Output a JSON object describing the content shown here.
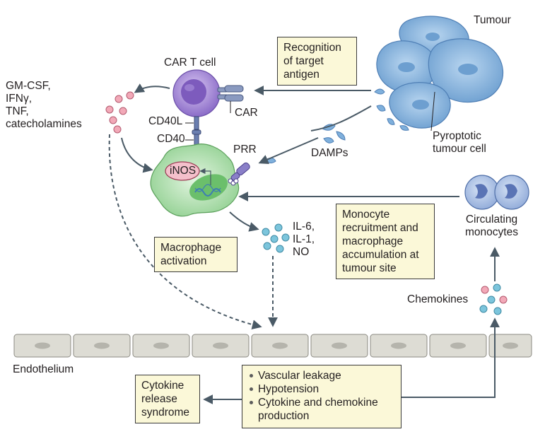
{
  "colors": {
    "arrow": "#4a5a66",
    "box_fill": "#fbf8d8",
    "car_t_cell": "#9b7fd0",
    "macrophage": "#9ad49a",
    "tumour": "#7fb0dc",
    "cytokine_pink": "#f2a9b8",
    "cytokine_blue": "#7cc5dc",
    "endothelium": "#d9d8d0"
  },
  "labels": {
    "tumour": "Tumour",
    "car_t_cell": "CAR T cell",
    "car": "CAR",
    "cd40l": "CD40L",
    "cd40": "CD40",
    "prr": "PRR",
    "inos": "iNOS",
    "damps": "DAMPs",
    "pyroptotic_line1": "Pyroptotic",
    "pyroptotic_line2": "tumour cell",
    "cytokines_left": [
      "GM-CSF,",
      "IFNγ,",
      "TNF,",
      "catecholamines"
    ],
    "cytokines_mac": [
      "IL-6,",
      "IL-1,",
      "NO"
    ],
    "circulating_line1": "Circulating",
    "circulating_line2": "monocytes",
    "chemokines": "Chemokines",
    "endothelium": "Endothelium"
  },
  "boxes": {
    "recognition": [
      "Recognition",
      "of target",
      "antigen"
    ],
    "macrophage_activation": [
      "Macrophage",
      "activation"
    ],
    "monocyte_recruitment": [
      "Monocyte",
      "recruitment and",
      "macrophage",
      "accumulation at",
      "tumour site"
    ],
    "crs": [
      "Cytokine",
      "release",
      "syndrome"
    ],
    "effects": [
      "Vascular leakage",
      "Hypotension",
      "Cytokine and chemokine",
      "production"
    ]
  }
}
